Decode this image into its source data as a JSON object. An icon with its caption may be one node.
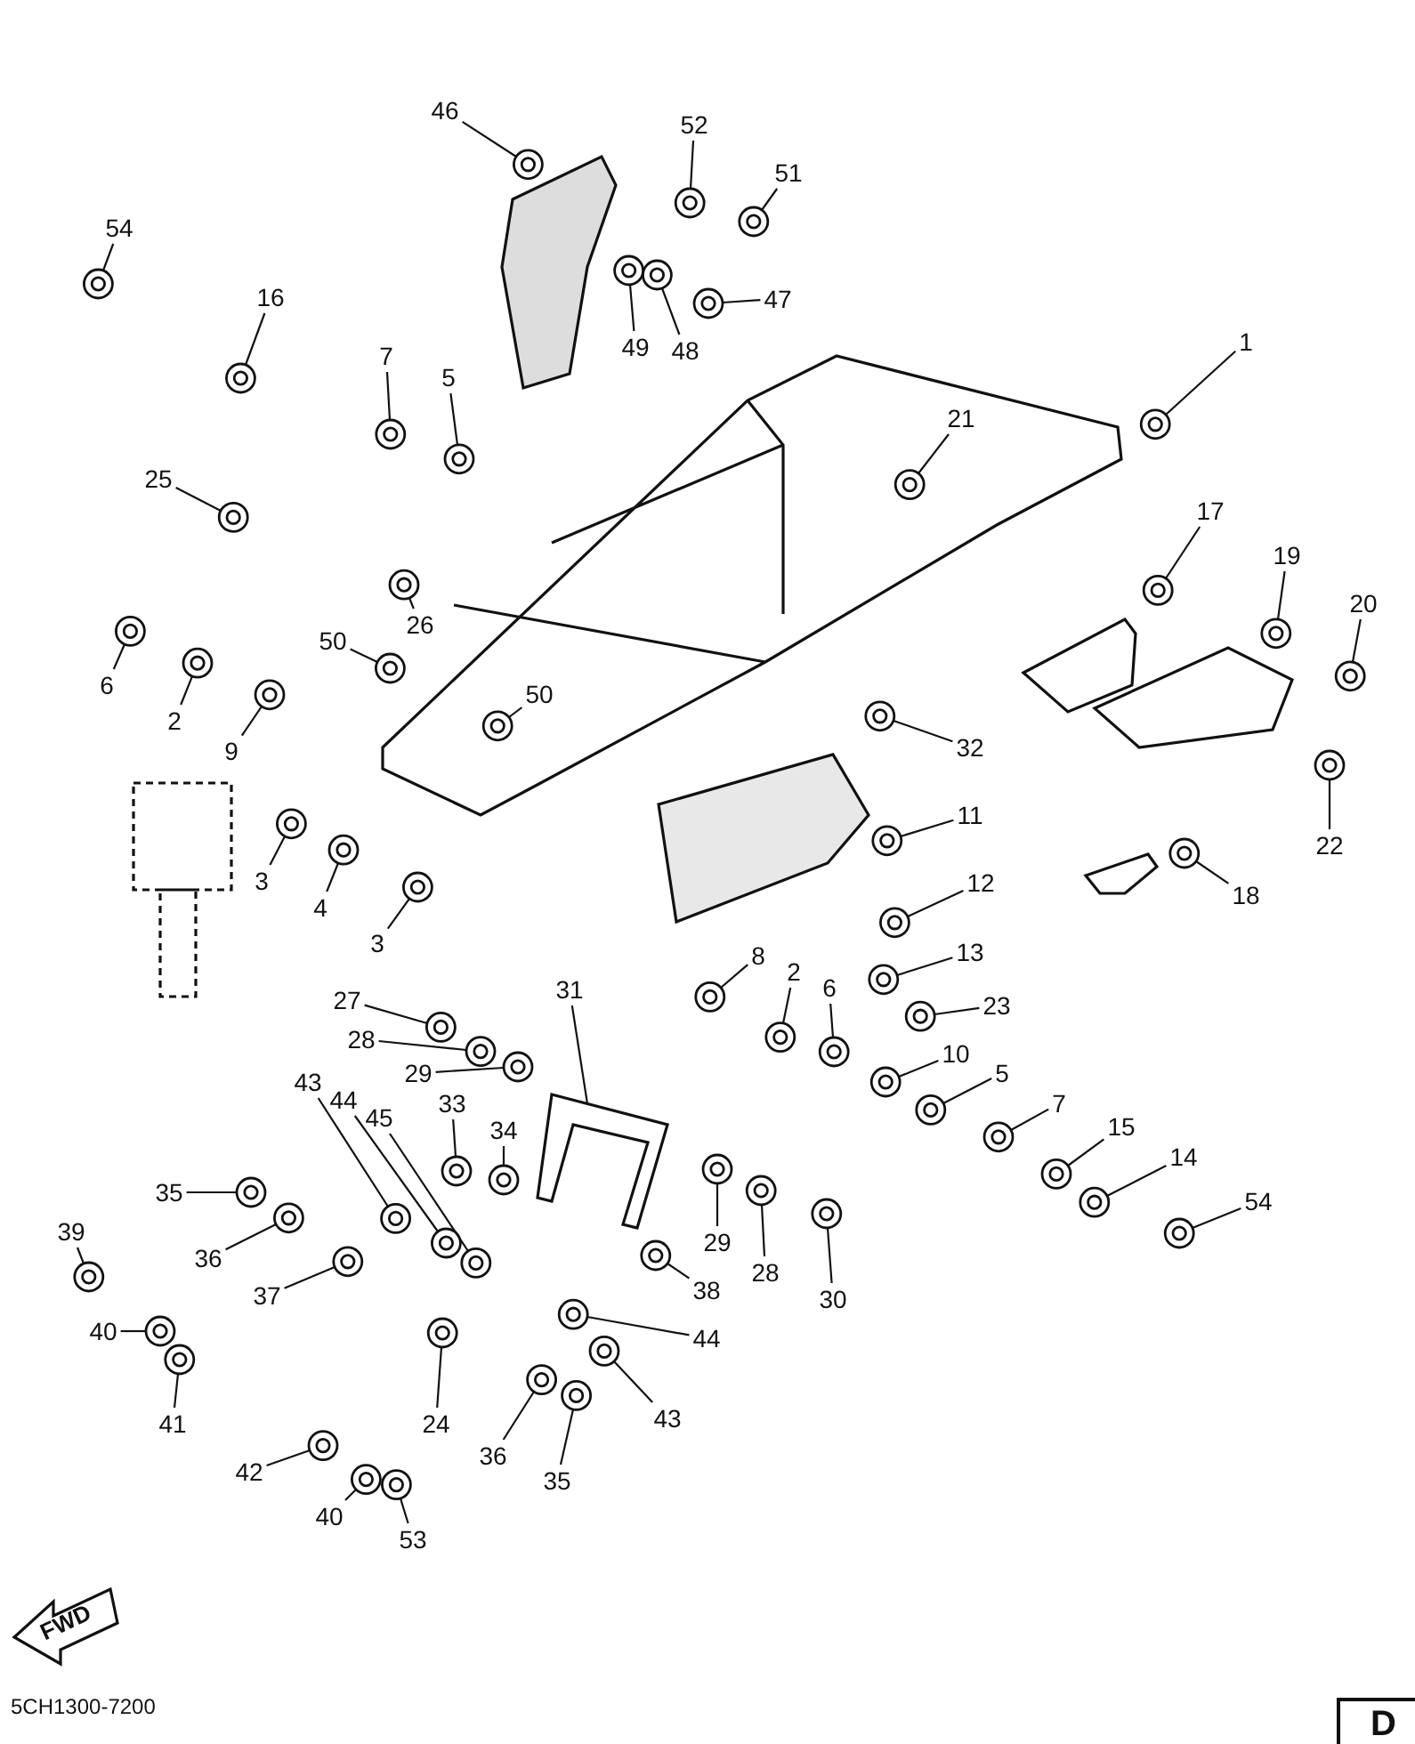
{
  "diagram": {
    "nodes": [
      {
        "text": [
          "46"
        ]
      },
      {
        "text": [
          "52"
        ]
      },
      {
        "text": [
          "51"
        ]
      },
      {
        "text": [
          "47"
        ]
      },
      {
        "text": [
          "54"
        ]
      },
      {
        "text": [
          "16"
        ]
      },
      {
        "text": [
          "49"
        ]
      },
      {
        "text": [
          "48"
        ]
      },
      {
        "text": [
          "7"
        ]
      },
      {
        "text": [
          "5"
        ]
      },
      {
        "text": [
          "1"
        ]
      },
      {
        "text": [
          "21"
        ]
      },
      {
        "text": [
          "25"
        ]
      },
      {
        "text": [
          "26"
        ]
      },
      {
        "text": [
          "17"
        ]
      },
      {
        "text": [
          "19"
        ]
      },
      {
        "text": [
          "20"
        ]
      },
      {
        "text": [
          "6"
        ]
      },
      {
        "text": [
          "50"
        ]
      },
      {
        "text": [
          "2"
        ]
      },
      {
        "text": [
          "50"
        ]
      },
      {
        "text": [
          "9"
        ]
      },
      {
        "text": [
          "32"
        ]
      },
      {
        "text": [
          "11"
        ]
      },
      {
        "text": [
          "3"
        ]
      },
      {
        "text": [
          "4"
        ]
      },
      {
        "text": [
          "3"
        ]
      },
      {
        "text": [
          "22"
        ]
      },
      {
        "text": [
          "12"
        ]
      },
      {
        "text": [
          "18"
        ]
      },
      {
        "text": [
          "8"
        ]
      },
      {
        "text": [
          "13"
        ]
      },
      {
        "text": [
          "2"
        ]
      },
      {
        "text": [
          "6"
        ]
      },
      {
        "text": [
          "27"
        ]
      },
      {
        "text": [
          "23"
        ]
      },
      {
        "text": [
          "31"
        ]
      },
      {
        "text": [
          "28"
        ]
      },
      {
        "text": [
          "10"
        ]
      },
      {
        "text": [
          "5"
        ]
      },
      {
        "text": [
          "29"
        ]
      },
      {
        "text": [
          "7"
        ]
      },
      {
        "text": [
          "43"
        ]
      },
      {
        "text": [
          "44"
        ]
      },
      {
        "text": [
          "45"
        ]
      },
      {
        "text": [
          "33"
        ]
      },
      {
        "text": [
          "34"
        ]
      },
      {
        "text": [
          "15"
        ]
      },
      {
        "text": [
          "14"
        ]
      },
      {
        "text": [
          "35"
        ]
      },
      {
        "text": [
          "29"
        ]
      },
      {
        "text": [
          "28"
        ]
      },
      {
        "text": [
          "30"
        ]
      },
      {
        "text": [
          "54"
        ]
      },
      {
        "text": [
          "36"
        ]
      },
      {
        "text": [
          "38"
        ]
      },
      {
        "text": [
          "39"
        ]
      },
      {
        "text": [
          "37"
        ]
      },
      {
        "text": [
          "44"
        ]
      },
      {
        "text": [
          "40"
        ]
      },
      {
        "text": [
          "43"
        ]
      },
      {
        "text": [
          "41"
        ]
      },
      {
        "text": [
          "24"
        ]
      },
      {
        "text": [
          "36"
        ]
      },
      {
        "text": [
          "35"
        ]
      },
      {
        "text": [
          "42"
        ]
      },
      {
        "text": [
          "40"
        ]
      },
      {
        "text": [
          "53"
        ]
      },
      {
        "text": [],
        "shape": "picture"
      },
      {
        "text": [],
        "shape": "picture"
      },
      {
        "text": [],
        "shape": "picture"
      },
      {
        "text": [],
        "shape": "picture"
      },
      {
        "text": [],
        "shape": "picture"
      },
      {
        "text": [],
        "shape": "picture"
      },
      {
        "text": [],
        "shape": "picture"
      },
      {
        "text": [],
        "shape": "picture"
      },
      {
        "text": [],
        "shape": "picture"
      },
      {
        "text": [],
        "shape": "picture"
      },
      {
        "text": [],
        "shape": "picture"
      },
      {
        "text": [],
        "shape": "picture"
      },
      {
        "text": [],
        "shape": "picture"
      },
      {
        "text": [],
        "shape": "picture"
      },
      {
        "text": [],
        "shape": "picture"
      },
      {
        "text": [],
        "shape": "picture"
      },
      {
        "text": [],
        "shape": "picture"
      },
      {
        "text": [],
        "shape": "picture"
      },
      {
        "text": [],
        "shape": "picture"
      },
      {
        "text": [],
        "shape": "picture"
      },
      {
        "text": [],
        "shape": "picture"
      },
      {
        "text": [],
        "shape": "picture"
      },
      {
        "text": [],
        "shape": "picture"
      },
      {
        "text": [],
        "shape": "picture"
      },
      {
        "text": [],
        "shape": "picture"
      },
      {
        "text": [],
        "shape": "picture"
      },
      {
        "text": [],
        "shape": "picture"
      },
      {
        "text": [],
        "shape": "picture"
      },
      {
        "text": [],
        "shape": "picture"
      },
      {
        "text": [],
        "shape": "picture"
      },
      {
        "text": [],
        "shape": "picture"
      },
      {
        "text": [],
        "shape": "picture"
      },
      {
        "text": [],
        "shape": "picture"
      },
      {
        "text": [],
        "shape": "picture"
      },
      {
        "text": [],
        "shape": "picture"
      },
      {
        "text": [],
        "shape": "picture"
      },
      {
        "text": [],
        "shape": "picture"
      },
      {
        "text": [],
        "shape": "picture"
      },
      {
        "text": [],
        "shape": "picture"
      },
      {
        "text": [],
        "shape": "picture"
      },
      {
        "text": [],
        "shape": "picture"
      },
      {
        "text": [],
        "shape": "picture"
      },
      {
        "text": [],
        "shape": "picture"
      },
      {
        "text": [],
        "shape": "picture"
      },
      {
        "text": [],
        "shape": "picture"
      },
      {
        "text": [],
        "shape": "picture"
      },
      {
        "text": [],
        "shape": "picture"
      },
      {
        "text": [],
        "shape": "picture"
      },
      {
        "text": [],
        "shape": "picture"
      },
      {
        "text": [],
        "shape": "picture"
      },
      {
        "text": [],
        "shape": "picture"
      },
      {
        "text": [],
        "shape": "picture"
      },
      {
        "text": [],
        "shape": "picture"
      },
      {
        "text": [],
        "shape": "picture"
      },
      {
        "text": [],
        "shape": "picture"
      },
      {
        "text": [],
        "shape": "picture"
      },
      {
        "text": [],
        "shape": "picture"
      },
      {
        "text": [],
        "shape": "picture"
      },
      {
        "text": [],
        "shape": "picture"
      },
      {
        "text": [],
        "shape": "picture"
      },
      {
        "text": [],
        "shape": "picture"
      },
      {
        "text": [],
        "shape": "picture"
      },
      {
        "text": [],
        "shape": "picture"
      },
      {
        "text": [],
        "shape": "picture"
      },
      {
        "text": [],
        "shape": "picture"
      },
      {
        "text": [],
        "shape": "picture"
      },
      {
        "text": [],
        "shape": "picture"
      },
      {
        "text": [],
        "shape": "picture"
      }
    ],
    "edges": [
      {
        "from": 0,
        "to": 68,
        "arrow": "none"
      },
      {
        "from": 1,
        "to": 69,
        "arrow": "none"
      },
      {
        "from": 2,
        "to": 70,
        "arrow": "none"
      },
      {
        "from": 3,
        "to": 71,
        "arrow": "none"
      },
      {
        "from": 4,
        "to": 72,
        "arrow": "none"
      },
      {
        "from": 5,
        "to": 73,
        "arrow": "none"
      },
      {
        "from": 6,
        "to": 74,
        "arrow": "none"
      },
      {
        "from": 7,
        "to": 75,
        "arrow": "none"
      },
      {
        "from": 8,
        "to": 76,
        "arrow": "none"
      },
      {
        "from": 9,
        "to": 77,
        "arrow": "none"
      },
      {
        "from": 10,
        "to": 78,
        "arrow": "none"
      },
      {
        "from": 11,
        "to": 79,
        "arrow": "none"
      },
      {
        "from": 12,
        "to": 80,
        "arrow": "none"
      },
      {
        "from": 13,
        "to": 81,
        "arrow": "none"
      },
      {
        "from": 14,
        "to": 82,
        "arrow": "none"
      },
      {
        "from": 15,
        "to": 83,
        "arrow": "none"
      },
      {
        "from": 16,
        "to": 84,
        "arrow": "none"
      },
      {
        "from": 17,
        "to": 85,
        "arrow": "none"
      },
      {
        "from": 18,
        "to": 86,
        "arrow": "none"
      },
      {
        "from": 19,
        "to": 87,
        "arrow": "none"
      },
      {
        "from": 20,
        "to": 88,
        "arrow": "none"
      },
      {
        "from": 21,
        "to": 89,
        "arrow": "none"
      },
      {
        "from": 22,
        "to": 90,
        "arrow": "none"
      },
      {
        "from": 23,
        "to": 91,
        "arrow": "none"
      },
      {
        "from": 24,
        "to": 92,
        "arrow": "none"
      },
      {
        "from": 25,
        "to": 93,
        "arrow": "none"
      },
      {
        "from": 26,
        "to": 94,
        "arrow": "none"
      },
      {
        "from": 27,
        "to": 95,
        "arrow": "none"
      },
      {
        "from": 28,
        "to": 96,
        "arrow": "none"
      },
      {
        "from": 29,
        "to": 97,
        "arrow": "none"
      },
      {
        "from": 30,
        "to": 98,
        "arrow": "none"
      },
      {
        "from": 31,
        "to": 99,
        "arrow": "none"
      },
      {
        "from": 32,
        "to": 100,
        "arrow": "none"
      },
      {
        "from": 33,
        "to": 101,
        "arrow": "none"
      },
      {
        "from": 34,
        "to": 102,
        "arrow": "none"
      },
      {
        "from": 35,
        "to": 103,
        "arrow": "none"
      },
      {
        "from": 36,
        "to": 104,
        "arrow": "none"
      },
      {
        "from": 37,
        "to": 105,
        "arrow": "none"
      },
      {
        "from": 38,
        "to": 106,
        "arrow": "none"
      },
      {
        "from": 39,
        "to": 107,
        "arrow": "none"
      },
      {
        "from": 40,
        "to": 108,
        "arrow": "none"
      },
      {
        "from": 41,
        "to": 109,
        "arrow": "none"
      },
      {
        "from": 42,
        "to": 110,
        "arrow": "none"
      },
      {
        "from": 43,
        "to": 111,
        "arrow": "none"
      },
      {
        "from": 44,
        "to": 112,
        "arrow": "none"
      },
      {
        "from": 45,
        "to": 113,
        "arrow": "none"
      },
      {
        "from": 46,
        "to": 114,
        "arrow": "none"
      },
      {
        "from": 47,
        "to": 115,
        "arrow": "none"
      },
      {
        "from": 48,
        "to": 116,
        "arrow": "none"
      },
      {
        "from": 49,
        "to": 117,
        "arrow": "none"
      },
      {
        "from": 50,
        "to": 118,
        "arrow": "none"
      },
      {
        "from": 51,
        "to": 119,
        "arrow": "none"
      },
      {
        "from": 52,
        "to": 120,
        "arrow": "none"
      },
      {
        "from": 53,
        "to": 121,
        "arrow": "none"
      },
      {
        "from": 54,
        "to": 122,
        "arrow": "none"
      },
      {
        "from": 55,
        "to": 123,
        "arrow": "none"
      },
      {
        "from": 56,
        "to": 124,
        "arrow": "none"
      },
      {
        "from": 57,
        "to": 125,
        "arrow": "none"
      },
      {
        "from": 58,
        "to": 126,
        "arrow": "none"
      },
      {
        "from": 59,
        "to": 127,
        "arrow": "none"
      },
      {
        "from": 60,
        "to": 128,
        "arrow": "none"
      },
      {
        "from": 61,
        "to": 129,
        "arrow": "none"
      },
      {
        "from": 62,
        "to": 130,
        "arrow": "none"
      },
      {
        "from": 63,
        "to": 131,
        "arrow": "none"
      },
      {
        "from": 64,
        "to": 132,
        "arrow": "none"
      },
      {
        "from": 65,
        "to": 133,
        "arrow": "none"
      },
      {
        "from": 66,
        "to": 134,
        "arrow": "none"
      },
      {
        "from": 67,
        "to": 135,
        "arrow": "none"
      }
    ],
    "labels": [
      "FWD",
      "5CH1300-7200",
      "D"
    ]
  }
}
